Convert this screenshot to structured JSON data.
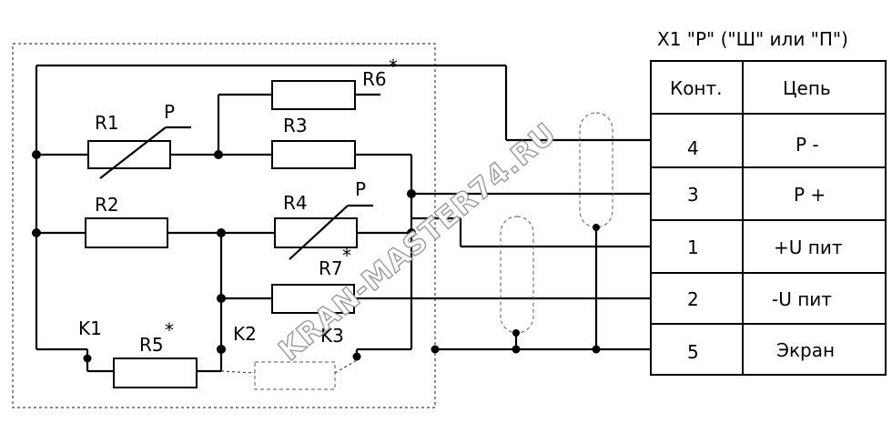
{
  "connector": {
    "title": "X1 \"Р\" (\"Ш\" или \"П\")",
    "col_headers": [
      "Конт.",
      "Цепь"
    ],
    "rows": [
      {
        "contact": "4",
        "circuit": "Р -"
      },
      {
        "contact": "3",
        "circuit": "Р +"
      },
      {
        "contact": "1",
        "circuit": "+U пит"
      },
      {
        "contact": "2",
        "circuit": "-U пит"
      },
      {
        "contact": "5",
        "circuit": "Экран"
      }
    ]
  },
  "components": {
    "r1": "R1",
    "r2": "R2",
    "r3": "R3",
    "r4": "R4",
    "r5": "R5",
    "r6": "R6",
    "r7": "R7",
    "p1": "Р",
    "p2": "Р",
    "k1": "K1",
    "k2": "K2",
    "k3": "K3",
    "star": "*"
  },
  "watermark": "KRAN-MASTER74.RU"
}
